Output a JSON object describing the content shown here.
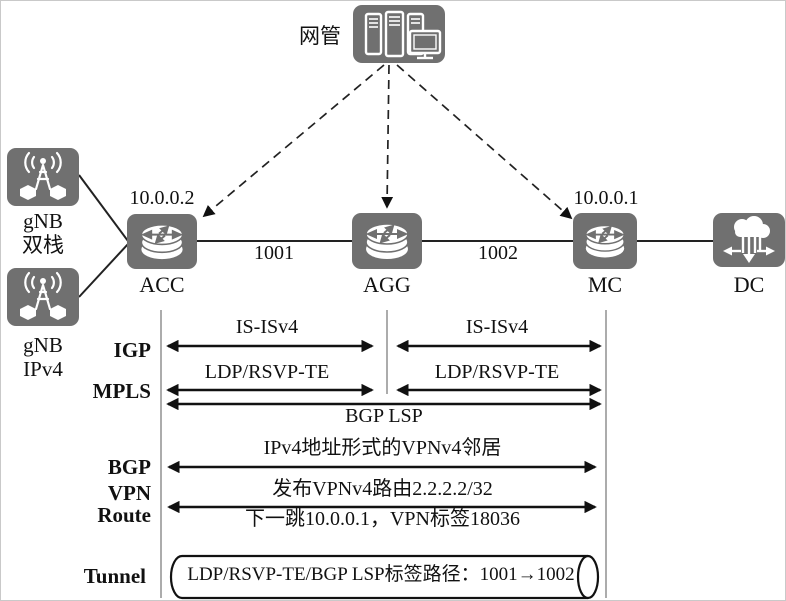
{
  "colors": {
    "node_fill": "#707070",
    "line": "#1a1a1a",
    "separator": "#909090"
  },
  "nms": {
    "label": "网管"
  },
  "gnb": {
    "top": [
      "gNB",
      "双栈"
    ],
    "bottom": [
      "gNB",
      "IPv4"
    ]
  },
  "nodes": {
    "acc": {
      "ip": "10.0.0.2",
      "name": "ACC"
    },
    "agg": {
      "name": "AGG"
    },
    "mc": {
      "ip": "10.0.0.1",
      "name": "MC"
    },
    "dc": {
      "name": "DC"
    }
  },
  "links": {
    "acc_agg": "1001",
    "agg_mc": "1002"
  },
  "rows": {
    "igp": {
      "label": "IGP",
      "left": "IS-ISv4",
      "right": "IS-ISv4"
    },
    "mpls": {
      "label": "MPLS",
      "left": "LDP/RSVP-TE",
      "right": "LDP/RSVP-TE",
      "full": "BGP LSP"
    },
    "bgp": {
      "label": "BGP",
      "text": "IPv4地址形式的VPNv4邻居"
    },
    "vpn_route": {
      "label1": "VPN",
      "label2": "Route",
      "text": "发布VPNv4路由2.2.2.2/32",
      "note": "下一跳10.0.0.1，VPN标签18036"
    },
    "tunnel": {
      "label": "Tunnel",
      "text": "LDP/RSVP-TE/BGP LSP标签路径：1001→1002"
    }
  }
}
